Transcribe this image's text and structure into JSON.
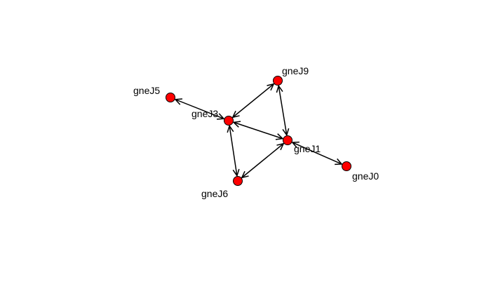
{
  "colors": {
    "node_fill": "#ff0000",
    "node_stroke": "#000000",
    "edge": "#000000",
    "background": "#ffffff"
  },
  "nodes": [
    {
      "id": "gneJ0",
      "label": "gneJ0"
    },
    {
      "id": "gneJ1",
      "label": "gneJ1"
    },
    {
      "id": "gneJ3",
      "label": "gneJ3"
    },
    {
      "id": "gneJ5",
      "label": "gneJ5"
    },
    {
      "id": "gneJ6",
      "label": "gneJ6"
    },
    {
      "id": "gneJ9",
      "label": "gneJ9"
    }
  ],
  "edges": [
    {
      "from": "gneJ5",
      "to": "gneJ3",
      "direction": "both"
    },
    {
      "from": "gneJ3",
      "to": "gneJ9",
      "direction": "both"
    },
    {
      "from": "gneJ3",
      "to": "gneJ1",
      "direction": "both"
    },
    {
      "from": "gneJ3",
      "to": "gneJ6",
      "direction": "both"
    },
    {
      "from": "gneJ9",
      "to": "gneJ1",
      "direction": "both"
    },
    {
      "from": "gneJ6",
      "to": "gneJ1",
      "direction": "both"
    },
    {
      "from": "gneJ1",
      "to": "gneJ0",
      "direction": "both"
    }
  ]
}
